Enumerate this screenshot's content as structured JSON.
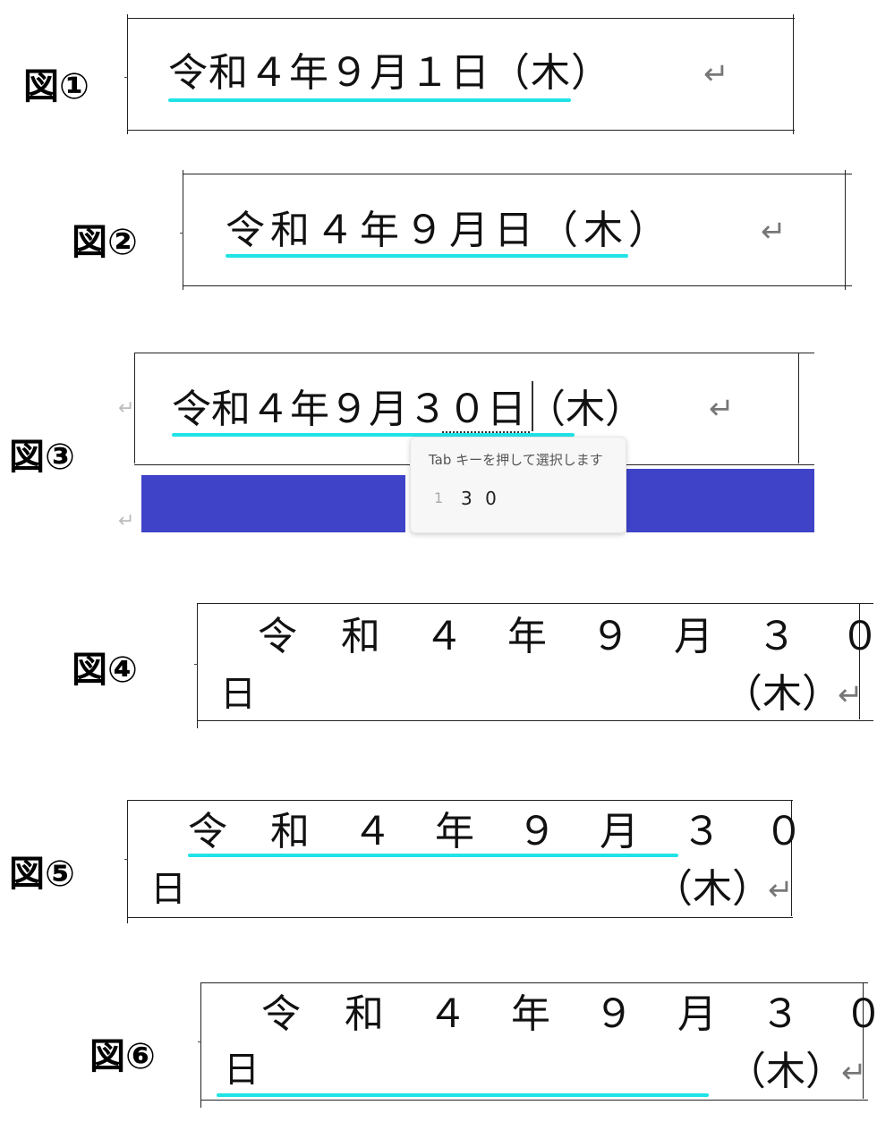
{
  "figures": [
    {
      "label": "図①",
      "line1": "令和４年９月１日（木）"
    },
    {
      "label": "図②",
      "line1": "令和４年９月日（木）"
    },
    {
      "label": "図③",
      "line1": "令和４年９月３０日（木）",
      "suggestion": {
        "hint": "Tab キーを押して選択します",
        "index": "1",
        "candidate": "3 0"
      }
    },
    {
      "label": "図④",
      "line1": "令和４年９月３０",
      "line2_left": "日",
      "line2_right": "（木）"
    },
    {
      "label": "図⑤",
      "line1": "令和４年９月３０",
      "line2_left": "日",
      "line2_right": "（木）"
    },
    {
      "label": "図⑥",
      "line1": "令和４年９月３０",
      "line2_left": "日",
      "line2_right": "（木）"
    }
  ],
  "paragraph_mark": "↵",
  "colors": {
    "underline": "#20e3e6",
    "highlight": "#3e43c8"
  }
}
